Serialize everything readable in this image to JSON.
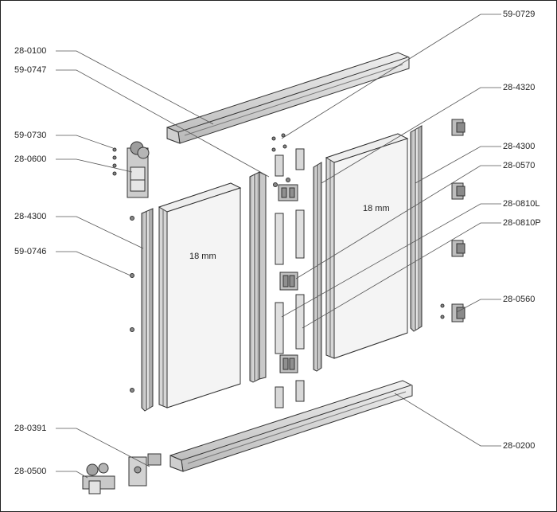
{
  "diagram": {
    "part_labels": {
      "p_28_0100": "28-0100",
      "p_59_0747": "59-0747",
      "p_59_0730": "59-0730",
      "p_28_0600": "28-0600",
      "p_28_4300_left": "28-4300",
      "p_59_0746": "59-0746",
      "p_28_0391": "28-0391",
      "p_28_0500": "28-0500",
      "p_59_0729": "59-0729",
      "p_28_4320": "28-4320",
      "p_28_4300_right": "28-4300",
      "p_28_0570": "28-0570",
      "p_28_0810L": "28-0810L",
      "p_28_0810P": "28-0810P",
      "p_28_0560": "28-0560",
      "p_28_0200": "28-0200"
    },
    "panel_left_thickness": "18 mm",
    "panel_right_thickness": "18 mm"
  },
  "colors": {
    "line": "#333333",
    "leader": "#555555",
    "metal_light": "#e4e4e4",
    "metal_mid": "#bdbdbd",
    "metal_dark": "#8a8a8a",
    "panel_face": "#f2f2f2"
  }
}
